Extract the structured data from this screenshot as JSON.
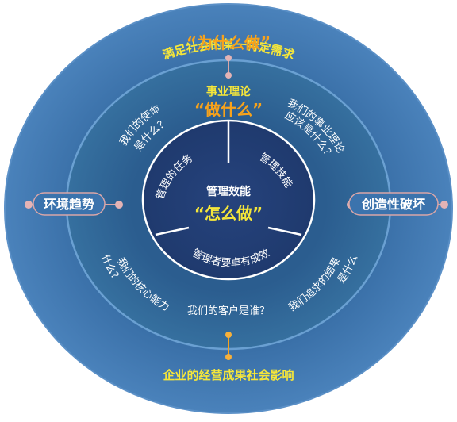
{
  "outer_ring": {
    "top_label": "满足社会的某一特定需求",
    "top_title": "“为什么做”",
    "bottom_label": "企业的经营成果社会影响"
  },
  "side_labels": {
    "left": "环境趋势",
    "right": "创造性破坏"
  },
  "middle_ring": {
    "top_label": "事业理论",
    "top_title": "“做什么”",
    "q_mission": [
      "我们的使命",
      "是什么？"
    ],
    "q_theory": [
      "我们的事业理论",
      "应该是什么？"
    ],
    "q_core": [
      "我们的核心能力",
      "是什么？"
    ],
    "q_results": [
      "我们追求的结果",
      "是什么？"
    ],
    "q_customer": "我们的客户是谁？"
  },
  "inner_circle": {
    "center_label": "管理效能",
    "center_title": "“怎么做”",
    "segment_tasks": "管理的任务",
    "segment_skills": "管理技能",
    "segment_effective": "管理者要卓有成效"
  },
  "colors": {
    "outer_ring": "#3d74ad",
    "middle_ring": "#2f6596",
    "inner_circle": "#223f76",
    "dividers": "#ffffff",
    "accent_orange": "#f7a21b",
    "yellow_text": "#f5e63a",
    "connector_pink": "#d9a6a8"
  }
}
